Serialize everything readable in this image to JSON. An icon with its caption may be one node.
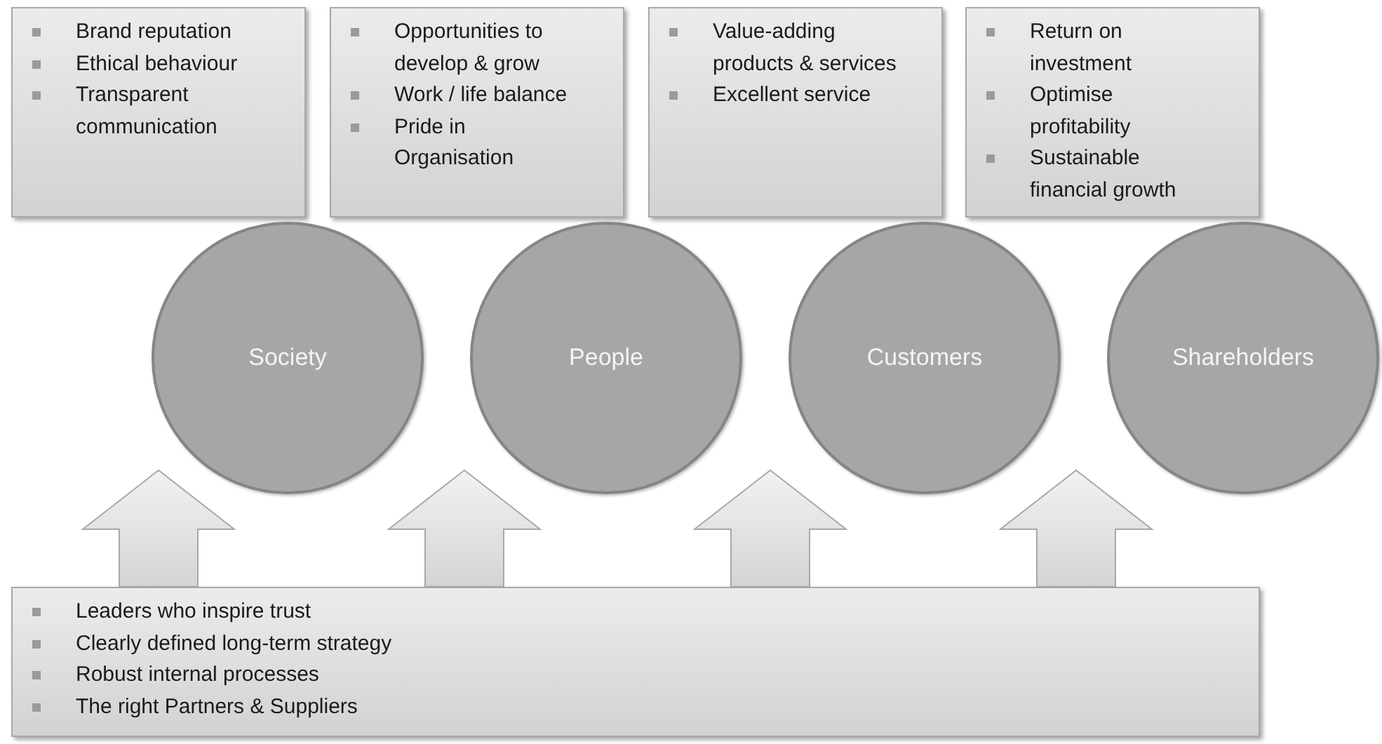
{
  "diagram": {
    "nodes": [
      {
        "text": [
          "Brand reputation",
          "Ethical behaviour",
          "Transparent communication"
        ]
      },
      {
        "text": [
          "Opportunities to develop & grow",
          "Work / life balance",
          "Pride in Organisation"
        ]
      },
      {
        "text": [
          "Value-adding products & services",
          "Excellent service"
        ]
      },
      {
        "text": [
          "Return on investment",
          "Optimise profitability",
          "Sustainable financial growth"
        ]
      },
      {
        "text": [
          "Society"
        ]
      },
      {
        "text": [
          "People"
        ]
      },
      {
        "text": [
          "Customers"
        ]
      },
      {
        "text": [
          "Shareholders"
        ]
      },
      {
        "text": [
          "Leaders who inspire trust",
          "Clearly defined long-term strategy",
          "Robust internal processes",
          "The right Partners & Suppliers"
        ]
      }
    ],
    "edges": [
      {
        "from": 8,
        "to": 4,
        "arrow": "to"
      },
      {
        "from": 8,
        "to": 5,
        "arrow": "to"
      },
      {
        "from": 8,
        "to": 6,
        "arrow": "to"
      },
      {
        "from": 8,
        "to": 7,
        "arrow": "to"
      }
    ]
  }
}
